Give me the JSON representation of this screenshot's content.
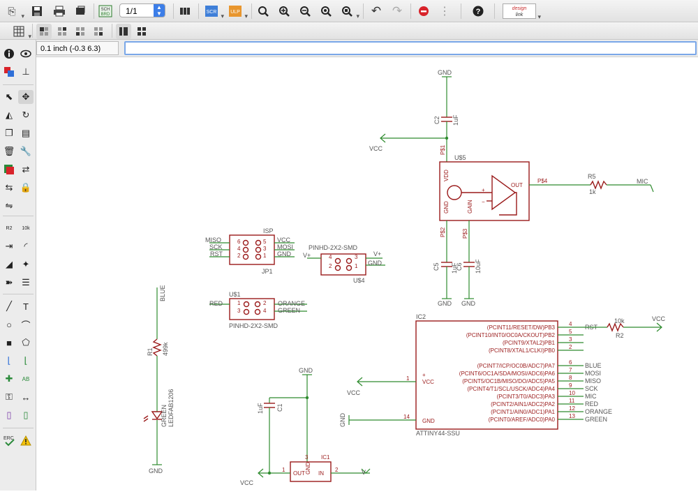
{
  "toolbar": {
    "page_value": "1/1",
    "scr_label": "SCR",
    "ulp_label": "ULP",
    "design_link": [
      "design",
      "link"
    ],
    "sch_label": "SCH",
    "brd_label": "BRD",
    "help_label": "?",
    "erc_label": "ERC"
  },
  "status": {
    "coordinates": "0.1 inch (-0.3 6.3)",
    "command": ""
  },
  "left_tools": {
    "text_tool": "T",
    "name_tool": "R2",
    "value_tool": "10k",
    "label_tool": "AB"
  },
  "schematic": {
    "nets": {
      "gnd": "GND",
      "vcc": "VCC",
      "v": "V",
      "v_plus": "V+",
      "blue": "BLUE",
      "red": "RED",
      "orange": "ORANGE",
      "green": "GREEN",
      "mosi": "MOSI",
      "miso": "MISO",
      "sck": "SCK",
      "rst": "RST",
      "mic": "MIC"
    },
    "parts": {
      "c2": {
        "name": "C2",
        "value": "1uF"
      },
      "u5": {
        "name": "U$5",
        "pins": {
          "vdd": "VDD",
          "gnd": "GND",
          "gain": "GAIN",
          "out": "OUT",
          "plus": "+",
          "minus": "−",
          "p1": "P$1",
          "p2": "P$2",
          "p3": "P$3",
          "p4": "P$4"
        }
      },
      "r5": {
        "name": "R5",
        "value": "1k"
      },
      "c5": {
        "name": "C5",
        "value": "1uF"
      },
      "c6": {
        "name": "C6",
        "value": "10uF"
      },
      "isp": {
        "name": "ISP",
        "ref": "JP1",
        "left": [
          "MISO",
          "SCK",
          "RST"
        ],
        "right": [
          "VCC",
          "MOSI",
          "GND"
        ],
        "pins": [
          "6",
          "5",
          "4",
          "3",
          "2",
          "1"
        ]
      },
      "u4": {
        "name": "PINHD-2X2-SMD",
        "ref": "U$4",
        "pins": [
          "4",
          "3",
          "2",
          "1"
        ]
      },
      "u1": {
        "name": "U$1",
        "value": "PINHD-2X2-SMD",
        "pins": [
          "1",
          "2",
          "3",
          "4"
        ]
      },
      "r1": {
        "name": "R1",
        "value": "499k"
      },
      "led": {
        "name": "GREEN",
        "value": "LEDFAB1206"
      },
      "ic2": {
        "name": "IC2",
        "value": "ATTINY44-SSU",
        "left_pins": [
          {
            "num": "1",
            "label": "VCC"
          },
          {
            "num": "14",
            "label": "GND"
          }
        ],
        "right_pins": [
          {
            "num": "4",
            "label": "(PCINT11/RESET/DW)PB3",
            "net": "RST"
          },
          {
            "num": "5",
            "label": "(PCINT10/INT0/OC0A/CKOUT)PB2",
            "net": ""
          },
          {
            "num": "3",
            "label": "(PCINT9/XTAL2)PB1",
            "net": ""
          },
          {
            "num": "2",
            "label": "(PCINT8/XTAL1/CLKI)PB0",
            "net": ""
          },
          {
            "num": "6",
            "label": "(PCINT7/ICP/OC0B/ADC7)PA7",
            "net": "BLUE"
          },
          {
            "num": "7",
            "label": "(PCINT6/OC1A/SDA/MOSI/ADC6)PA6",
            "net": "MOSI"
          },
          {
            "num": "8",
            "label": "(PCINT5/OC1B/MISO/DO/ADC5)PA5",
            "net": "MISO"
          },
          {
            "num": "9",
            "label": "(PCINT4/T1/SCL/USCK/ADC4)PA4",
            "net": "SCK"
          },
          {
            "num": "10",
            "label": "(PCINT3/T0/ADC3)PA3",
            "net": "MIC"
          },
          {
            "num": "11",
            "label": "(PCINT2/AIN1/ADC2)PA2",
            "net": "RED"
          },
          {
            "num": "12",
            "label": "(PCINT1/AIN0/ADC1)PA1",
            "net": "ORANGE"
          },
          {
            "num": "13",
            "label": "(PCINT0/AREF/ADC0)PA0",
            "net": "GREEN"
          }
        ]
      },
      "r2": {
        "name": "R2",
        "value": "10k"
      },
      "c1": {
        "name": "C1",
        "value": "1uF"
      },
      "ic1": {
        "name": "IC1",
        "out": "OUT",
        "in": "IN",
        "gnd": "GND",
        "pin1": "1",
        "pin2": "2",
        "pin3": "3"
      }
    }
  }
}
